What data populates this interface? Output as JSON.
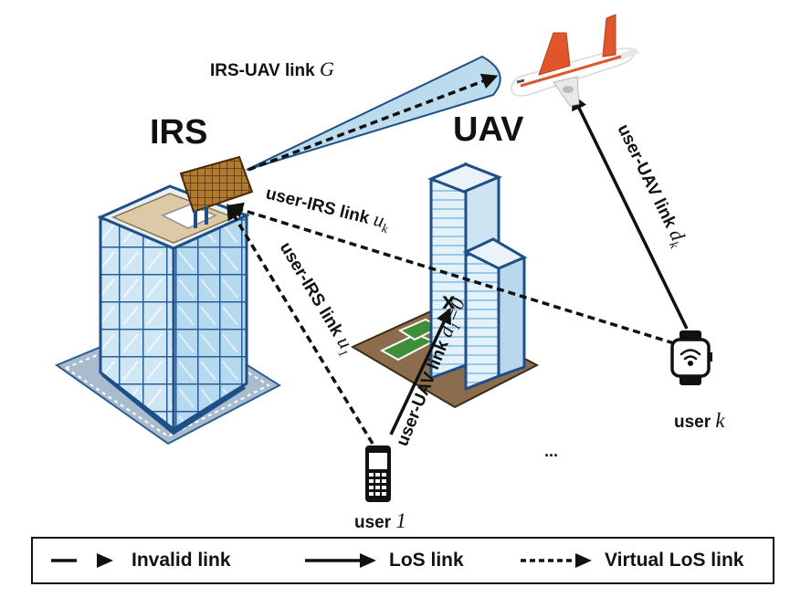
{
  "labels": {
    "irs": "IRS",
    "uav": "UAV",
    "irs_uav_link": "IRS-UAV link ",
    "irs_uav_sym": "G",
    "user_irs_link_k": "user-IRS link ",
    "user_irs_sym_k": "u",
    "user_irs_sub_k": "k",
    "user_irs_link_1": "user-IRS link ",
    "user_irs_sym_1": "u",
    "user_irs_sub_1": "1",
    "user_uav_link_1": "user-UAV link ",
    "user_uav_sym_1": "d",
    "user_uav_sub_1": "1",
    "user_uav_val_1": "=0",
    "user_uav_link_k": "user-UAV link ",
    "user_uav_sym_k": "d",
    "user_uav_sub_k": "k",
    "cross_mark": "x",
    "user_1_text": "user ",
    "user_1_sym": "1",
    "user_k_text": "user ",
    "user_k_sym": "k",
    "ellipsis": "..."
  },
  "legend": {
    "invalid": "Invalid link",
    "los": "LoS link",
    "virtual_los": "Virtual LoS link"
  },
  "icons": [
    "airplane-icon",
    "smartphone-icon",
    "smartwatch-icon",
    "wifi-icon"
  ],
  "colors": {
    "building_glass": "#c6e4f4",
    "building_frame": "#1e4f86",
    "beam": "#bcdcee",
    "irs_panel": "#a06a24",
    "plane_stripe": "#e0562b",
    "ground": "#a4b9cc",
    "grass": "#3f8f3a"
  }
}
